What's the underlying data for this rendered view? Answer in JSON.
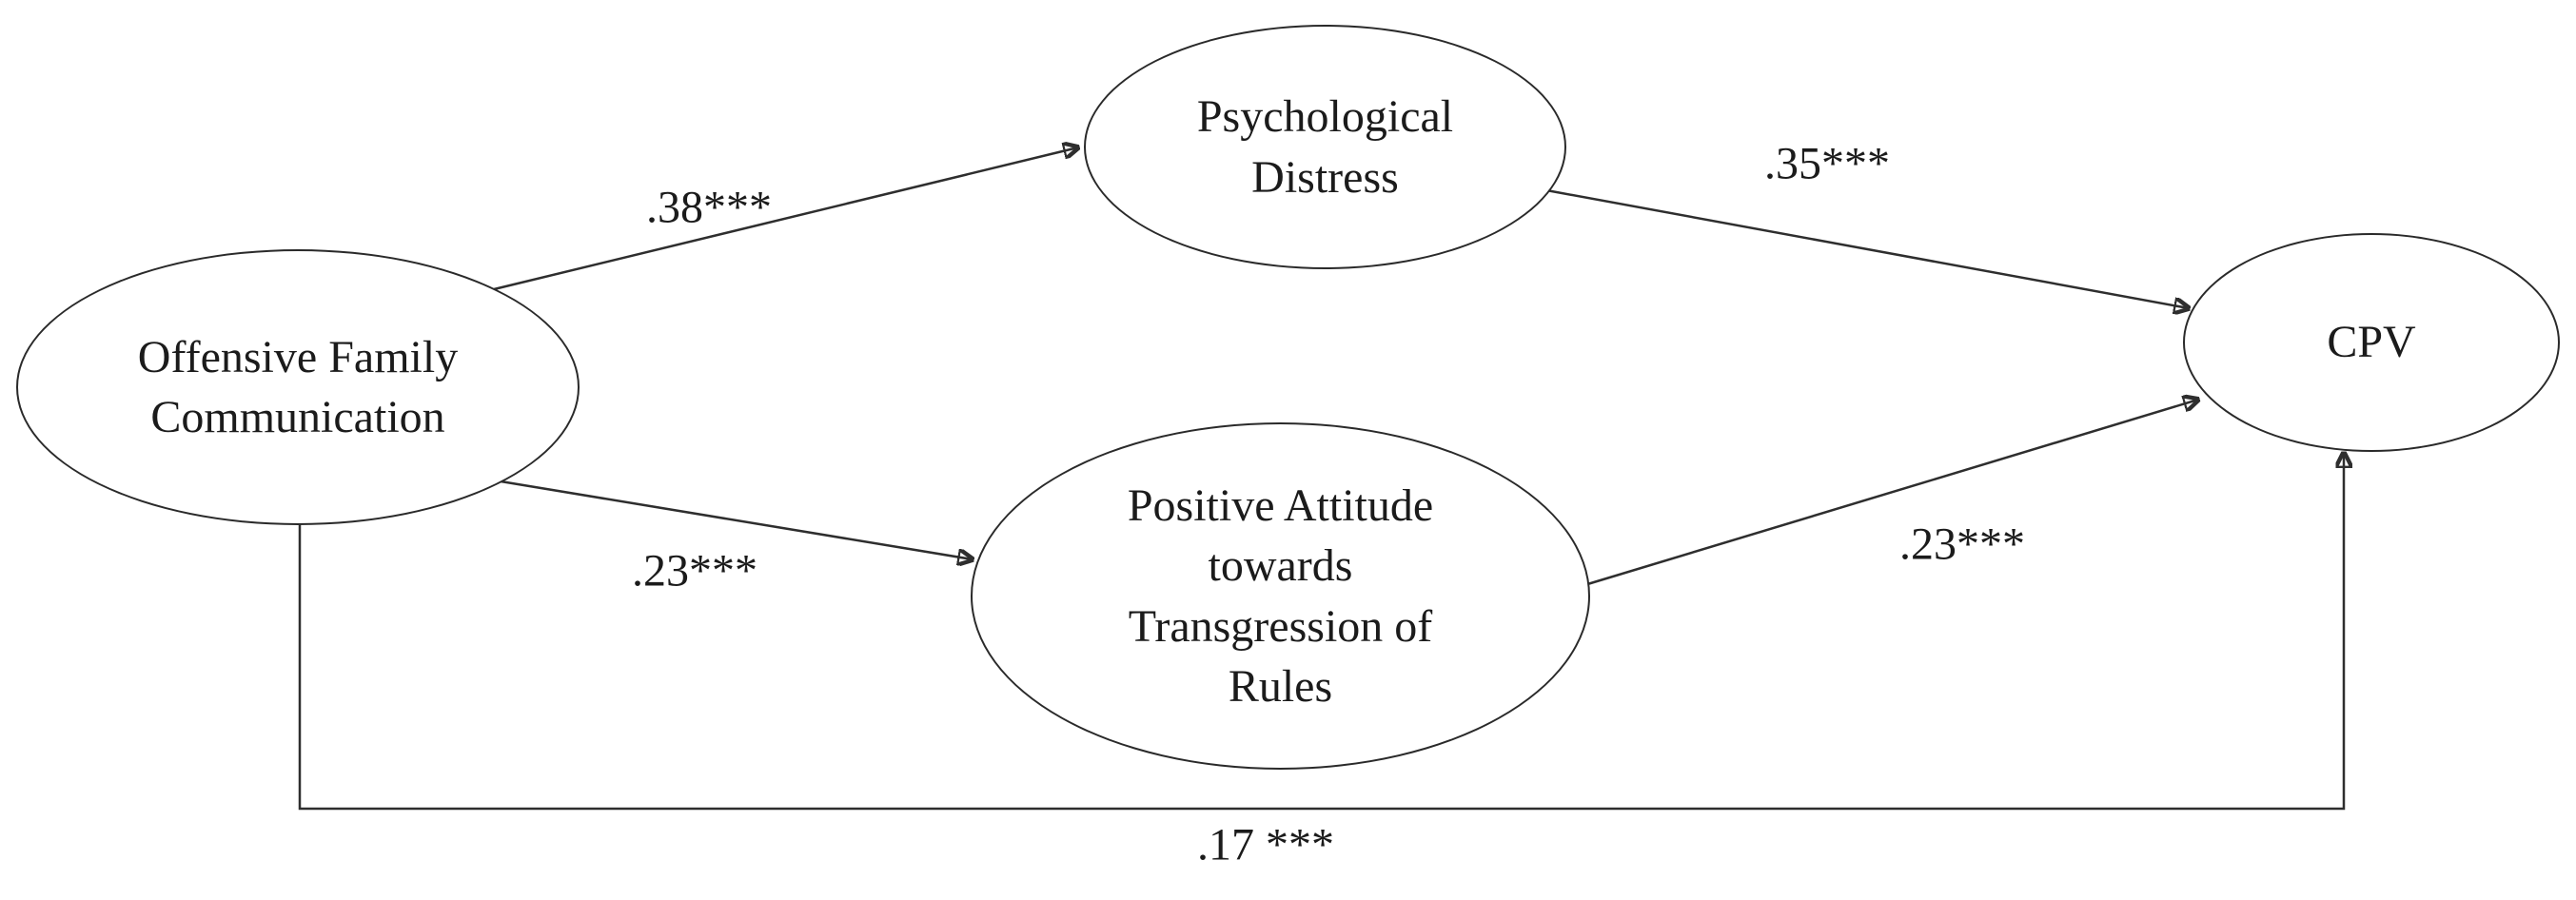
{
  "figure": {
    "type": "path-model-diagram",
    "background_color": "#ffffff",
    "line_color": "#2e2e2e",
    "nodes": [
      {
        "id": "offensive-family-communication",
        "shape": "ellipse",
        "label": "Offensive Family\nCommunication"
      },
      {
        "id": "psychological-distress",
        "shape": "ellipse",
        "label": "Psychological\nDistress"
      },
      {
        "id": "positive-attitude-towards-transgression-of-rules",
        "shape": "ellipse",
        "label": "Positive Attitude\ntowards\nTransgression of\nRules"
      },
      {
        "id": "cpv",
        "shape": "ellipse",
        "label": "CPV"
      }
    ],
    "paths": [
      {
        "from": "Offensive Family Communication",
        "to": "Psychological Distress",
        "coefficient": ".38***"
      },
      {
        "from": "Psychological Distress",
        "to": "CPV",
        "coefficient": ".35***"
      },
      {
        "from": "Offensive Family Communication",
        "to": "Positive Attitude towards Transgression of Rules",
        "coefficient": ".23***"
      },
      {
        "from": "Positive Attitude towards Transgression of Rules",
        "to": "CPV",
        "coefficient": ".23***"
      },
      {
        "from": "Offensive Family Communication",
        "to": "CPV",
        "coefficient": ".17 ***",
        "route": "bottom-elbow"
      }
    ]
  }
}
